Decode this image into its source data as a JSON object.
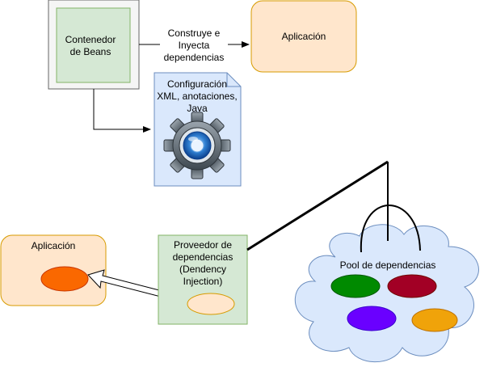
{
  "nodes": {
    "container": {
      "lines": [
        "Contenedor",
        "de Beans"
      ]
    },
    "app_top": {
      "label": "Aplicación"
    },
    "config": {
      "lines": [
        "Configuración",
        "XML, anotaciones,",
        "Java"
      ]
    },
    "app_bottom": {
      "label": "Aplicación"
    },
    "provider": {
      "lines": [
        "Proveedor de",
        "dependencias",
        "(Dendency",
        "Injection)"
      ]
    },
    "pool": {
      "label": "Pool de dependencias"
    }
  },
  "edges": {
    "container_to_app": {
      "lines": [
        "Construye e",
        "Inyecta",
        "dependencias"
      ]
    }
  },
  "colors": {
    "container_fill": "#d5e8d4",
    "container_stroke": "#82b366",
    "container_outer_fill": "#f5f5f5",
    "container_outer_stroke": "#666666",
    "app_fill": "#ffe6cc",
    "app_stroke": "#d79b00",
    "config_fill": "#dae8fc",
    "config_stroke": "#6c8ebf",
    "gear_body": "#5a6670",
    "gear_center": "#2f7fd1",
    "cloud_fill": "#dae8fc",
    "cloud_stroke": "#6c8ebf",
    "bean_green": "#008a00",
    "bean_red": "#a20025",
    "bean_purple": "#6a00ff",
    "bean_orange": "#f0a30a",
    "bean_app": "#fa6800",
    "bean_provider": "#ffe6cc"
  }
}
